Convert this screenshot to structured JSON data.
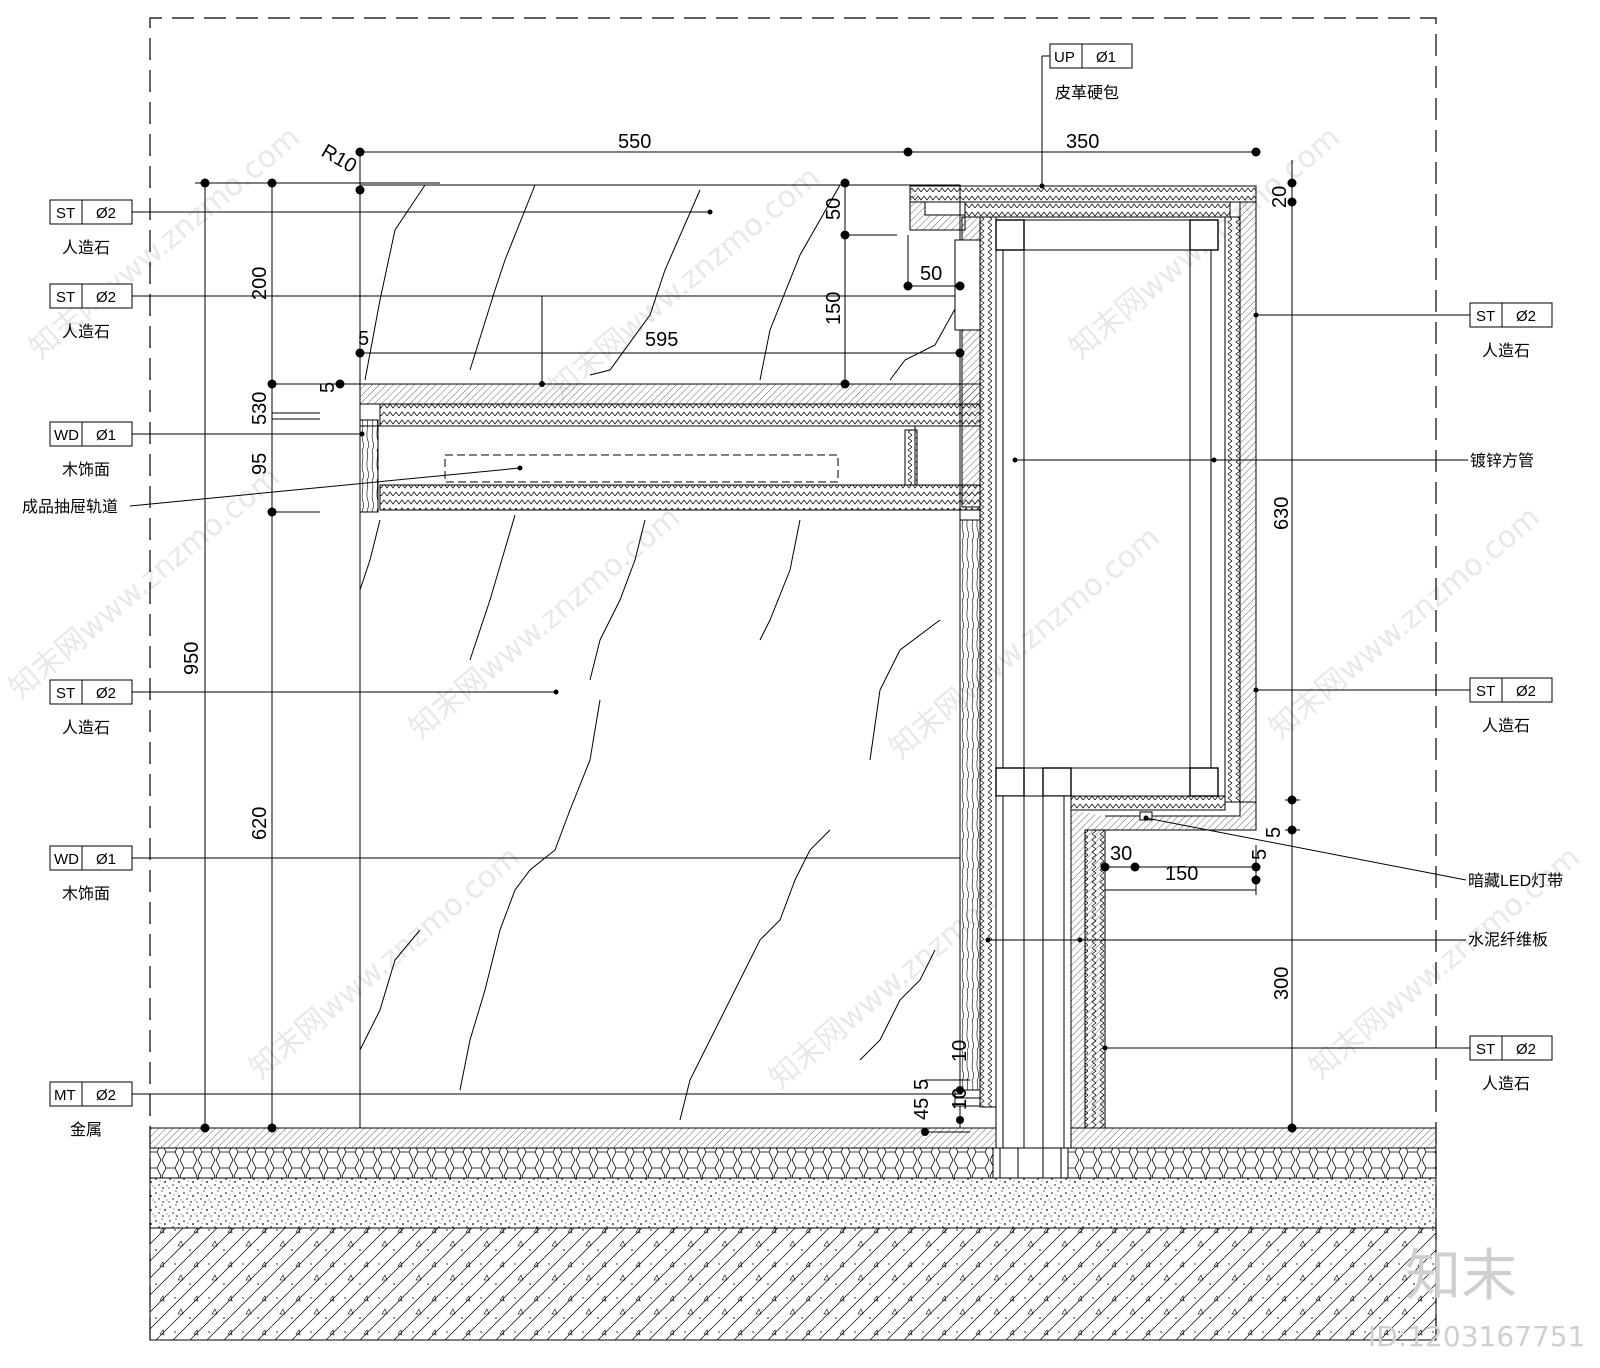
{
  "dimensions": {
    "top_left": "550",
    "top_right": "350",
    "radius": "R10",
    "d200": "200",
    "d50": "50",
    "d50b": "50",
    "d150": "150",
    "d5a": "5",
    "d595": "595",
    "d5b": "5",
    "d530": "530",
    "d95": "95",
    "d950": "950",
    "d620": "620",
    "d20": "20",
    "d630": "630",
    "d5c": "5",
    "d30": "30",
    "d150b": "150",
    "d5d": "5",
    "d300": "300",
    "d5e": "5",
    "d45": "45",
    "d10a": "10",
    "d10b": "10"
  },
  "left_tags": [
    {
      "code": "ST",
      "num": "Ø2",
      "label": "人造石"
    },
    {
      "code": "ST",
      "num": "Ø2",
      "label": "人造石"
    },
    {
      "code": "WD",
      "num": "Ø1",
      "label": "木饰面"
    },
    {
      "code": "ST",
      "num": "Ø2",
      "label": "人造石"
    },
    {
      "code": "WD",
      "num": "Ø1",
      "label": "木饰面"
    },
    {
      "code": "MT",
      "num": "Ø2",
      "label": "金属"
    }
  ],
  "right_tags": [
    {
      "code": "ST",
      "num": "Ø2",
      "label": "人造石"
    },
    {
      "code": "ST",
      "num": "Ø2",
      "label": "人造石"
    },
    {
      "code": "ST",
      "num": "Ø2",
      "label": "人造石"
    }
  ],
  "top_tag": {
    "code": "UP",
    "num": "Ø1",
    "label": "皮革硬包"
  },
  "callouts": {
    "drawer_rail": "成品抽屉轨道",
    "steel_tube": "镀锌方管",
    "led": "暗藏LED灯带",
    "cement_board": "水泥纤维板"
  },
  "watermarks": {
    "site": "知末网www.znzmo.com",
    "brand": "知末",
    "id": "ID:1203167751"
  }
}
